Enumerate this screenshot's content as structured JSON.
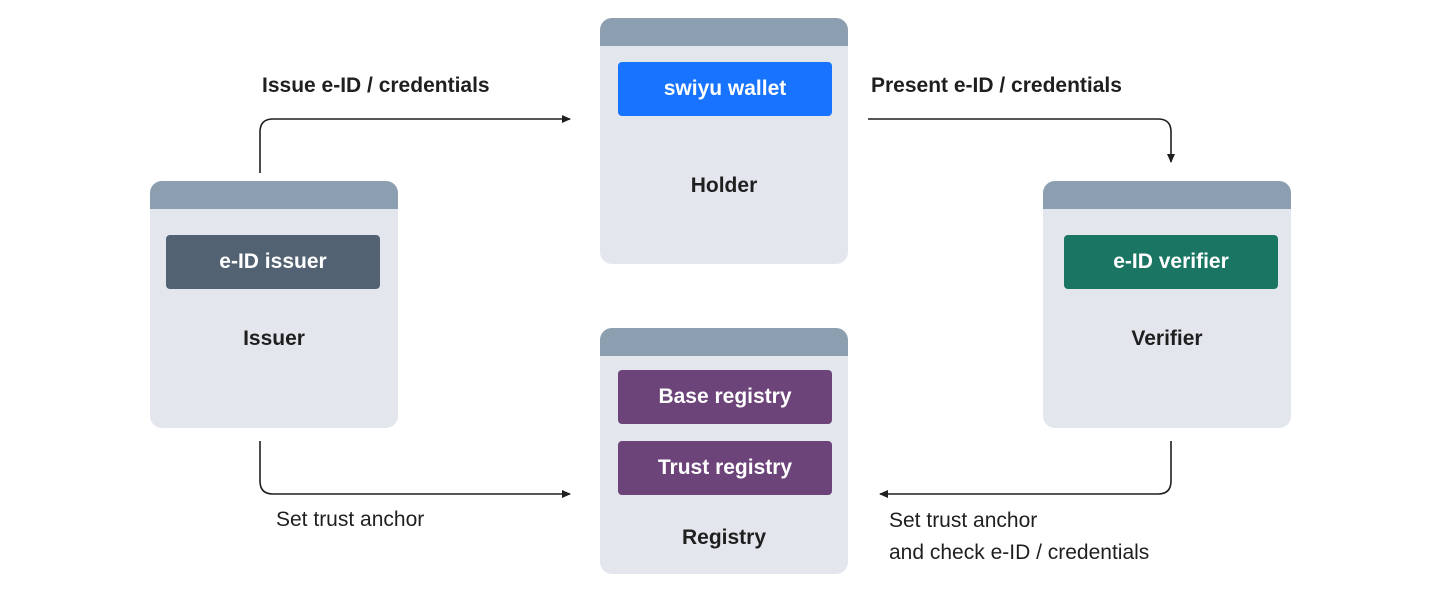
{
  "nodes": {
    "holder": {
      "label": "Holder",
      "component": "swiyu wallet"
    },
    "issuer": {
      "label": "Issuer",
      "component": "e-ID issuer"
    },
    "verifier": {
      "label": "Verifier",
      "component": "e-ID verifier"
    },
    "registry": {
      "label": "Registry",
      "components": [
        "Base registry",
        "Trust registry"
      ]
    }
  },
  "edges": {
    "issue": "Issue e-ID / credentials",
    "present": "Present e-ID / credentials",
    "issuer_anchor": "Set trust anchor",
    "verifier_anchor_line1": "Set trust anchor",
    "verifier_anchor_line2": "and check e-ID / credentials"
  },
  "colors": {
    "card": "#e3e7ed",
    "card_header": "#8c9fb1",
    "wallet": "#1874ff",
    "issuer_component": "#526272",
    "verifier_component": "#1a7563",
    "registry_component": "#6c4479",
    "arrow": "#1f1f1f"
  }
}
